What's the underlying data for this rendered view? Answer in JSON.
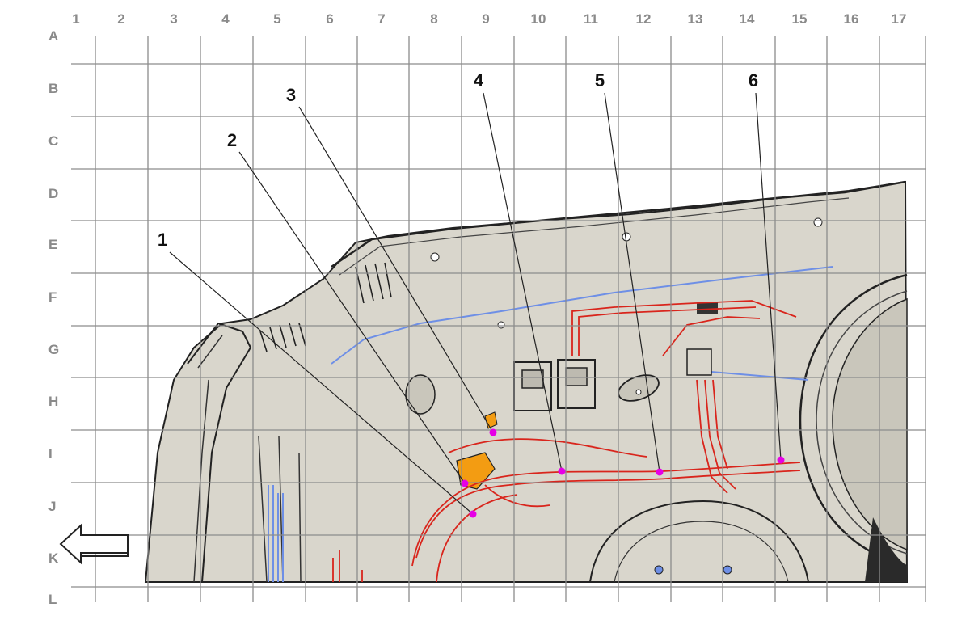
{
  "grid": {
    "columns": [
      "1",
      "2",
      "3",
      "4",
      "5",
      "6",
      "7",
      "8",
      "9",
      "10",
      "11",
      "12",
      "13",
      "14",
      "15",
      "16",
      "17"
    ],
    "rows": [
      "A",
      "B",
      "C",
      "D",
      "E",
      "F",
      "G",
      "H",
      "I",
      "J",
      "K",
      "L"
    ],
    "line_color": "#8c8c8c"
  },
  "callouts": [
    {
      "label": "1"
    },
    {
      "label": "2"
    },
    {
      "label": "3"
    },
    {
      "label": "4"
    },
    {
      "label": "5"
    },
    {
      "label": "6"
    }
  ],
  "colors": {
    "vehicle_fill": "#d9d6cc",
    "harness": "#d9251c",
    "marker": "#e600e6",
    "highlight": "#f39c12",
    "tube": "#6e8fe6",
    "line": "#222222"
  },
  "icons": {
    "direction_arrow": "left-arrow-icon"
  }
}
